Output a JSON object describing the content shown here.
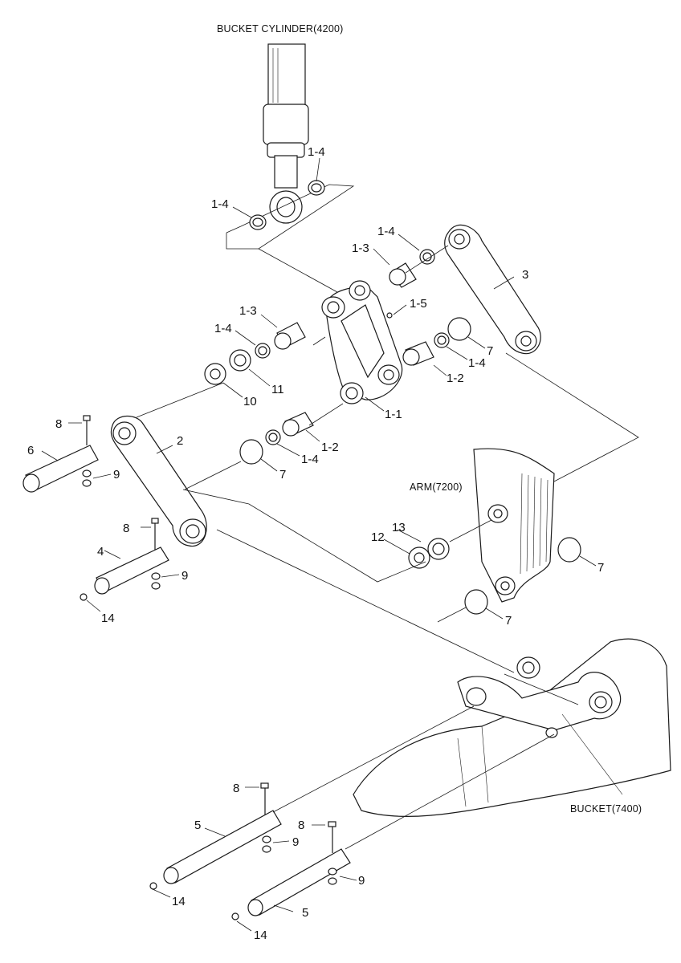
{
  "title_bucket_cylinder": "BUCKET CYLINDER(4200)",
  "title_arm": "ARM(7200)",
  "title_bucket": "BUCKET(7400)",
  "labels": {
    "p1_1": "1-1",
    "p1_2": "1-2",
    "p1_3": "1-3",
    "p1_4": "1-4",
    "p1_5": "1-5",
    "p2": "2",
    "p3": "3",
    "p4": "4",
    "p5": "5",
    "p6": "6",
    "p7": "7",
    "p8": "8",
    "p9": "9",
    "p10": "10",
    "p11": "11",
    "p12": "12",
    "p13": "13",
    "p14": "14"
  }
}
